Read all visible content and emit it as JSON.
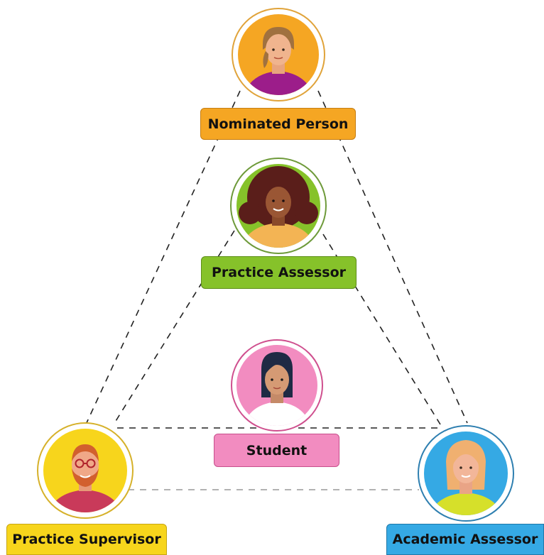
{
  "roles": {
    "nominated_person": {
      "label": "Nominated Person",
      "color": "#f5a623"
    },
    "practice_assessor": {
      "label": "Practice Assessor",
      "color": "#86c22a"
    },
    "student": {
      "label": "Student",
      "color": "#f28cc0"
    },
    "practice_supervisor": {
      "label": "Practice Supervisor",
      "color": "#f7d51c"
    },
    "academic_assessor": {
      "label": "Academic Assessor",
      "color": "#35a9e4"
    }
  },
  "icons": {
    "nominated_person": "woman-ponytail-avatar-icon",
    "practice_assessor": "woman-curly-hair-avatar-icon",
    "student": "young-woman-avatar-icon",
    "practice_supervisor": "man-beard-glasses-avatar-icon",
    "academic_assessor": "woman-blonde-avatar-icon"
  }
}
